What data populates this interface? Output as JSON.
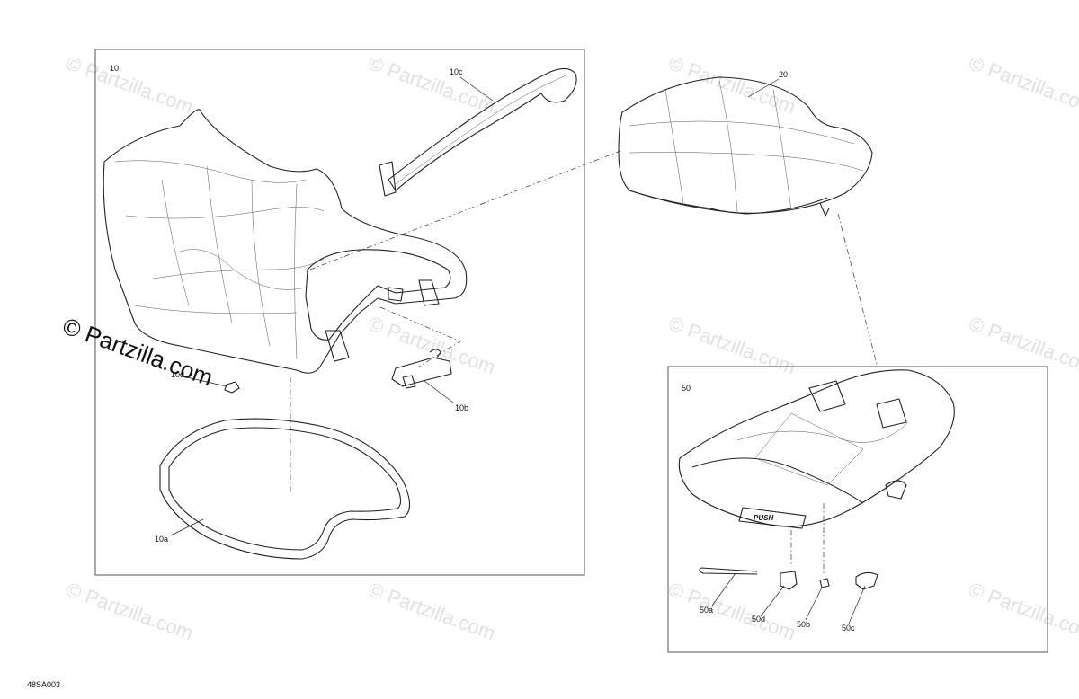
{
  "watermark": "© Partzilla.com",
  "brand_stamp": "© Partzilla.com",
  "diagram_code": "48SA003",
  "push_badge": "PUSH",
  "callouts": {
    "seat_assembly": "10",
    "seat_gasket": "10a",
    "seat_latch": "10b",
    "seat_strap": "10c",
    "seat_rivet": "10d",
    "cushion": "20",
    "storage_bin": "50",
    "bin_pin": "50a",
    "bin_nut": "50b",
    "bin_clip": "50c",
    "bin_plug": "50d"
  }
}
